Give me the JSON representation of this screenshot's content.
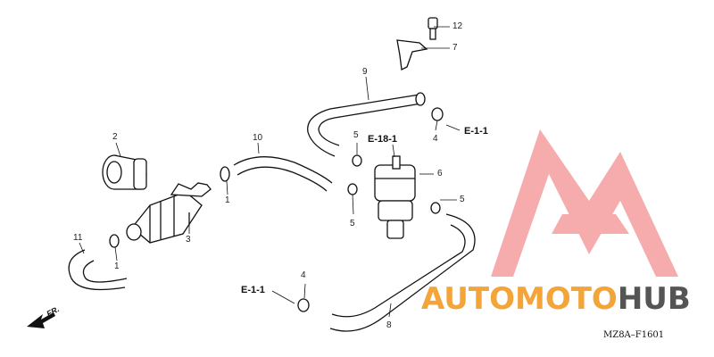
{
  "labels": {
    "p1a": "1",
    "p1b": "1",
    "p2": "2",
    "p3": "3",
    "p4a": "4",
    "p4b": "4",
    "p5a": "5",
    "p5b": "5",
    "p5c": "5",
    "p6": "6",
    "p7": "7",
    "p8": "8",
    "p9": "9",
    "p10": "10",
    "p11": "11",
    "p12": "12"
  },
  "refs": {
    "e18": "E-18-1",
    "e11a": "E-1-1",
    "e11b": "E-1-1"
  },
  "direction": "FR.",
  "code": "MZ8A–F1601",
  "watermark": {
    "part1": "AUTO",
    "part2": "MOTO",
    "part3": "HUB",
    "accent": "#f4a53a",
    "dark": "#555555",
    "logo": "#f06a6a"
  }
}
